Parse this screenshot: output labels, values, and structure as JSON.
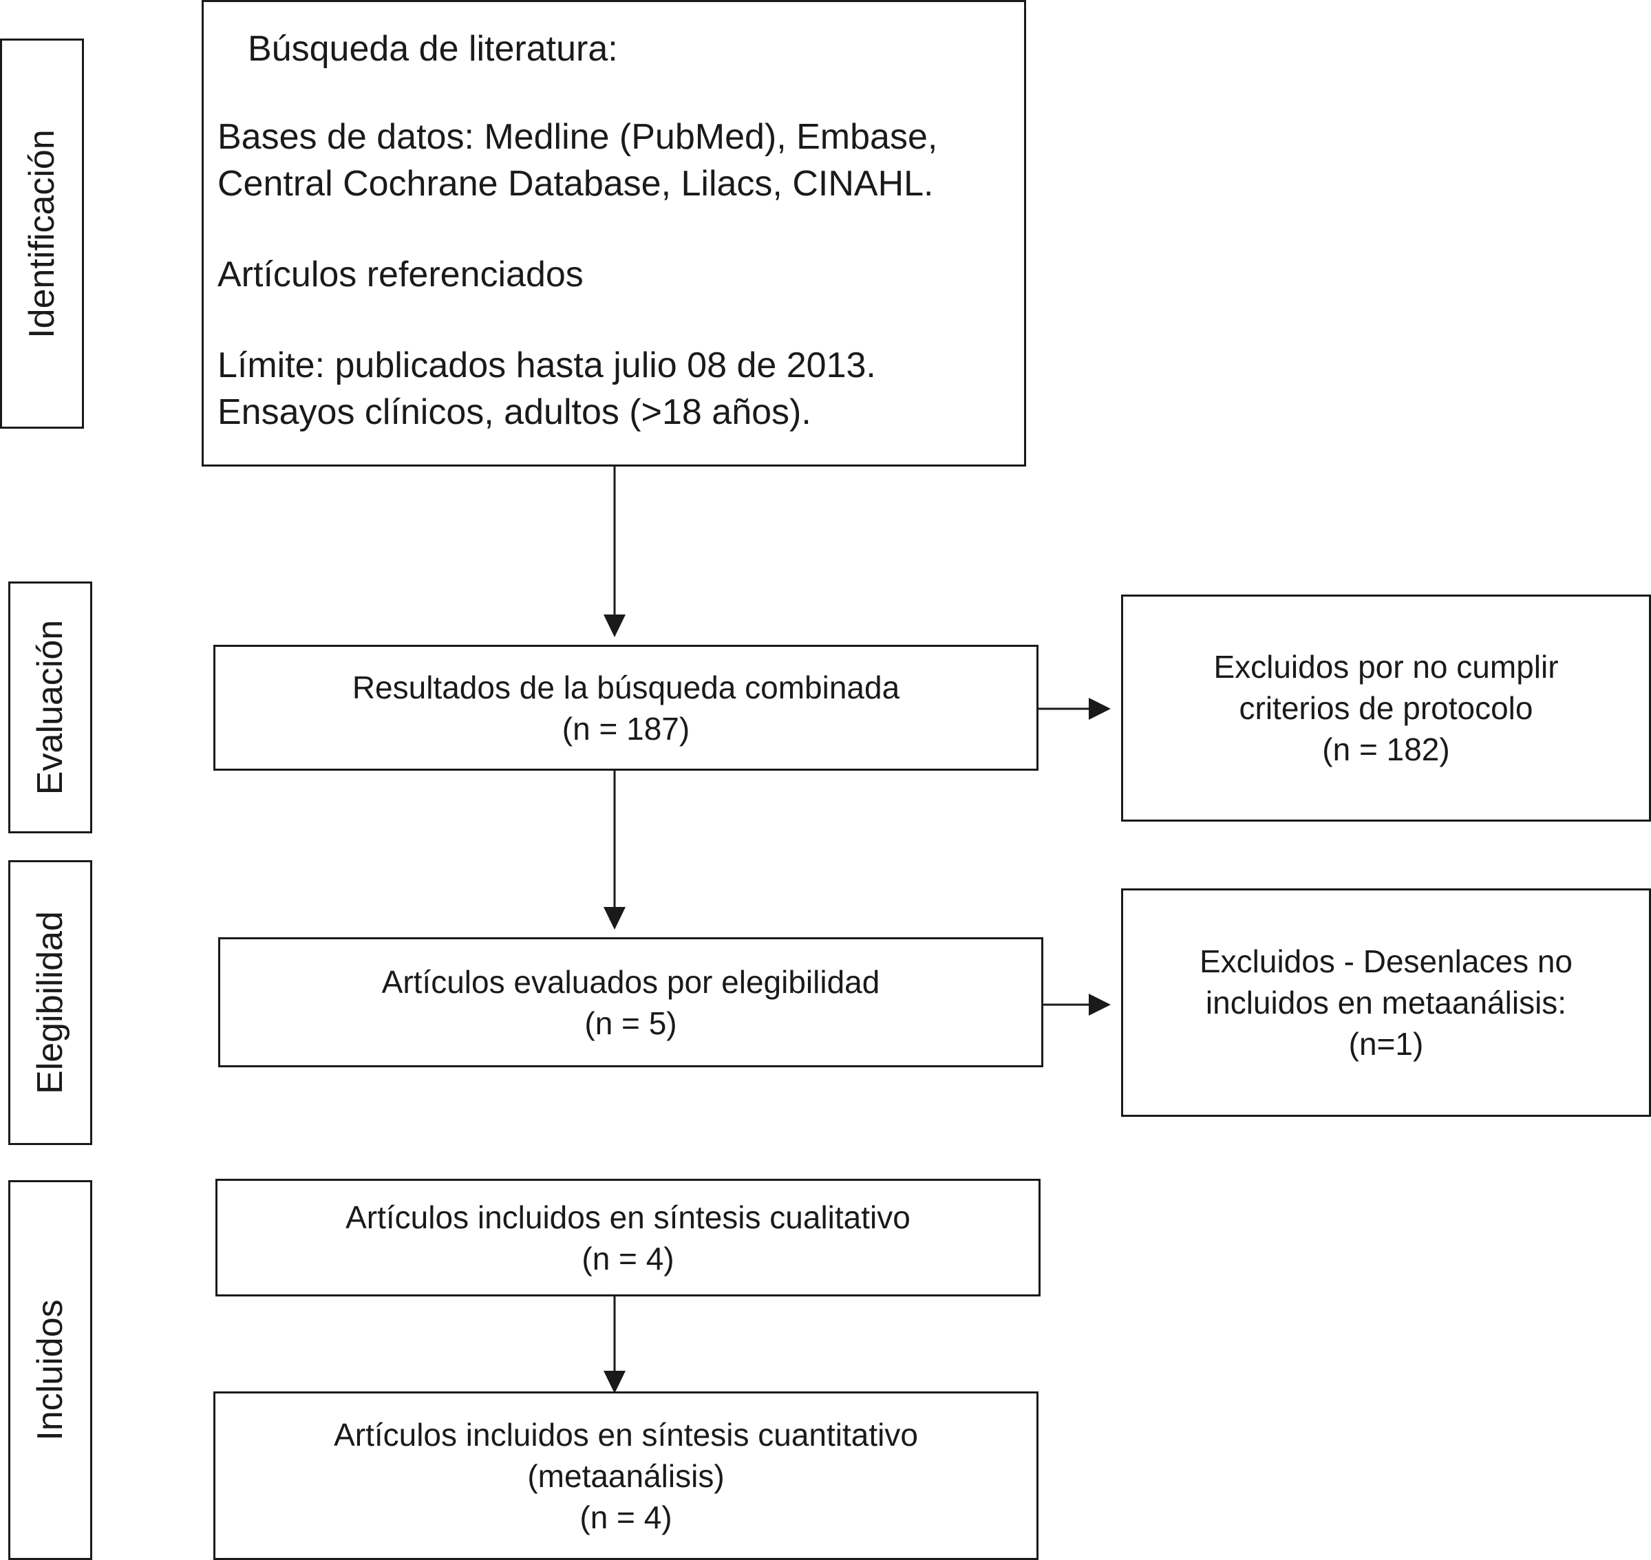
{
  "stages": {
    "identificacion": "Identificación",
    "evaluacion": "Evaluación",
    "elegibilidad": "Elegibilidad",
    "incluidos": "Incluidos"
  },
  "search": {
    "title": "Búsqueda de literatura:",
    "databases_line1": "Bases de datos: Medline (PubMed), Embase,",
    "databases_line2": "Central Cochrane Database, Lilacs, CINAHL.",
    "referenced": "Artículos referenciados",
    "limit_line1": "Límite: publicados hasta julio 08 de 2013.",
    "limit_line2": "Ensayos clínicos, adultos (>18 años)."
  },
  "combined": {
    "label": "Resultados de la búsqueda combinada",
    "count": "(n = 187)"
  },
  "excluded_protocol": {
    "line1": "Excluidos por no cumplir",
    "line2": "criterios de protocolo",
    "count": "(n = 182)"
  },
  "eligibility": {
    "label": "Artículos evaluados por elegibilidad",
    "count": "(n = 5)"
  },
  "excluded_outcomes": {
    "line1": "Excluidos - Desenlaces no",
    "line2": "incluidos en metaanálisis:",
    "count": "(n=1)"
  },
  "qualitative": {
    "label": "Artículos incluidos en síntesis cualitativo",
    "count": "(n = 4)"
  },
  "quantitative": {
    "label": "Artículos incluidos en síntesis cuantitativo",
    "sublabel": "(metaanálisis)",
    "count": "(n = 4)"
  }
}
